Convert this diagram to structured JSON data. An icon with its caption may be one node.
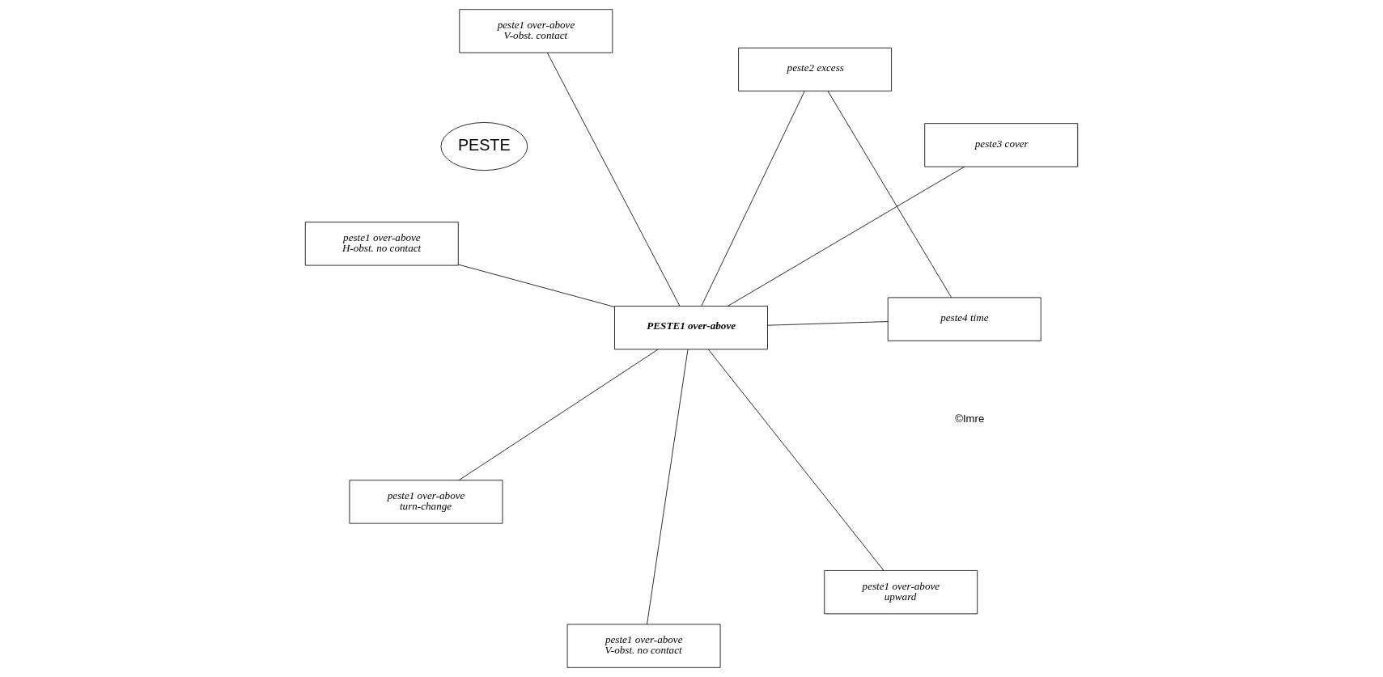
{
  "diagram": {
    "nodes": [
      {
        "text": [
          "PESTE"
        ]
      },
      {
        "text": [
          "peste1 over-above H-obst. no contact"
        ]
      },
      {
        "text": [
          "peste3 cover"
        ]
      },
      {
        "text": [
          "peste1 over-above V-obst. no contact"
        ]
      },
      {
        "text": [
          "PESTE1 over-above"
        ]
      },
      {
        "text": [
          "peste2 excess"
        ]
      },
      {
        "text": [
          "peste1 over-above V-obst. contact"
        ]
      },
      {
        "text": [
          "peste1 over-above turn-change"
        ]
      },
      {
        "text": [
          "peste1 over-above upward"
        ]
      },
      {
        "text": [
          "peste4 time"
        ]
      }
    ],
    "edges": [
      {
        "from": 4,
        "to": 1,
        "arrow": "none"
      },
      {
        "from": 4,
        "to": 2,
        "arrow": "none"
      },
      {
        "from": 4,
        "to": 3,
        "arrow": "none"
      },
      {
        "from": 4,
        "to": 5,
        "arrow": "none"
      },
      {
        "from": 4,
        "to": 6,
        "arrow": "none"
      },
      {
        "from": 4,
        "to": 7,
        "arrow": "none"
      },
      {
        "from": 4,
        "to": 8,
        "arrow": "none"
      },
      {
        "from": 4,
        "to": 9,
        "arrow": "none"
      },
      {
        "from": 5,
        "to": 9,
        "arrow": "none"
      }
    ],
    "labels": [
      "©Imre"
    ]
  }
}
